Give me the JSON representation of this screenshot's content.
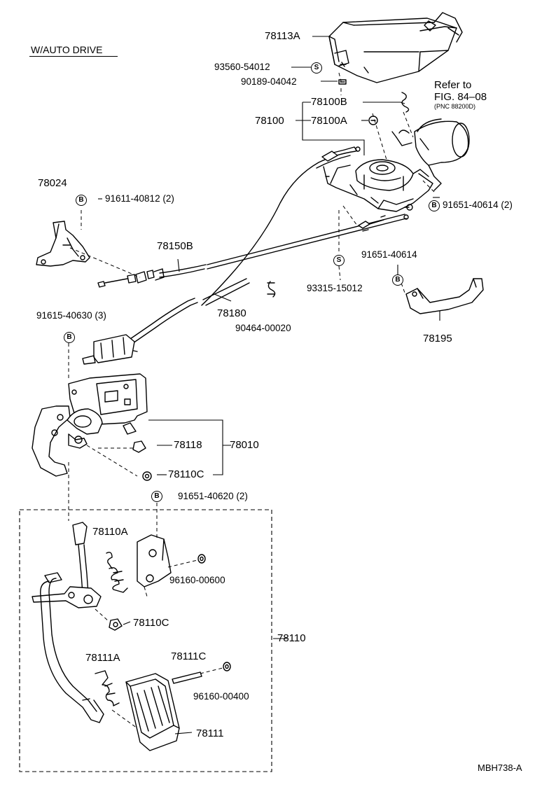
{
  "diagram": {
    "title": "W/AUTO DRIVE",
    "reference": {
      "line1": "Refer to",
      "line2": "FIG. 84–08",
      "line3": "(PNC 88200D)"
    },
    "drawing_code": "MBH738-A",
    "badges": {
      "bolt": "B",
      "screw": "S"
    },
    "part_labels": {
      "p78113A": "78113A",
      "p93560_54012": "93560-54012",
      "p90189_04042": "90189-04042",
      "p78100B": "78100B",
      "p78100": "78100",
      "p78100A": "78100A",
      "p78024": "78024",
      "p91611_40812": "91611-40812 (2)",
      "p91651_40614_2": "91651-40614 (2)",
      "p78150B": "78150B",
      "p91651_40614": "91651-40614",
      "p93315_15012": "93315-15012",
      "p78180": "78180",
      "p90464_00020": "90464-00020",
      "p78195": "78195",
      "p91615_40630": "91615-40630 (3)",
      "p78118": "78118",
      "p78010": "78010",
      "p78110C_top": "78110C",
      "p91651_40620": "91651-40620 (2)",
      "p78110A": "78110A",
      "p96160_00600": "96160-00600",
      "p78110C_bottom": "78110C",
      "p78110": "78110",
      "p78111A": "78111A",
      "p78111C": "78111C",
      "p96160_00400": "96160-00400",
      "p78111": "78111"
    }
  }
}
